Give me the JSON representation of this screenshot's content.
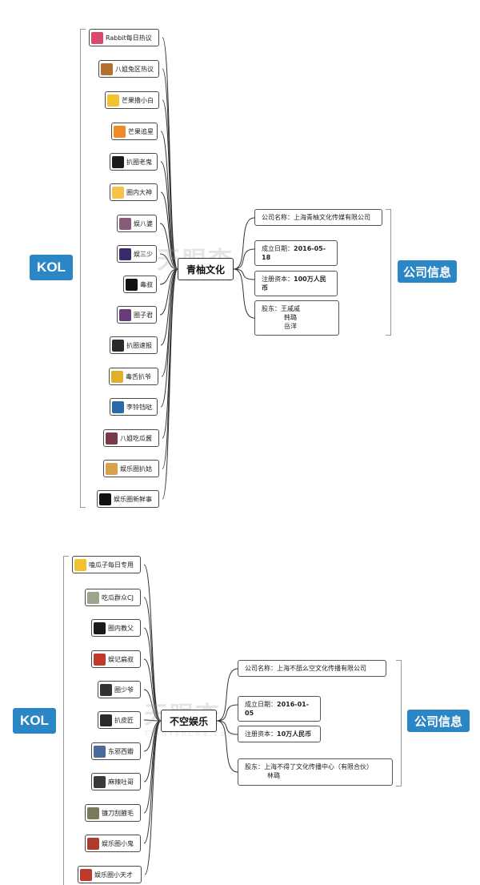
{
  "diagram1": {
    "center": "青柚文化",
    "kol_label": "KOL",
    "info_label": "公司信息",
    "kols": [
      {
        "name": "Rabbit每日热议",
        "icon": "rabbit-avatar-icon",
        "color": "#d94a6a"
      },
      {
        "name": "八姐兔区热议",
        "icon": "eight-sister-avatar-icon",
        "color": "#b5712c"
      },
      {
        "name": "芒果撸小白",
        "icon": "mango-avatar-icon",
        "color": "#f2c12e"
      },
      {
        "name": "芒果追星",
        "icon": "mango-star-avatar-icon",
        "color": "#f08a24"
      },
      {
        "name": "扒圈老鬼",
        "icon": "ghost-avatar-icon",
        "color": "#1b1b1b"
      },
      {
        "name": "圈内大神",
        "icon": "god-avatar-icon",
        "color": "#f5c34a"
      },
      {
        "name": "娱八婆",
        "icon": "woman-avatar-icon",
        "color": "#8a5a7a"
      },
      {
        "name": "娱三少",
        "icon": "galaxy-avatar-icon",
        "color": "#3a2a6a"
      },
      {
        "name": "毒叔",
        "icon": "uncle-avatar-icon",
        "color": "#111111"
      },
      {
        "name": "圈子君",
        "icon": "circle-avatar-icon",
        "color": "#6a3a7a"
      },
      {
        "name": "扒圈速报",
        "icon": "news-avatar-icon",
        "color": "#2a2a2a"
      },
      {
        "name": "毒舌扒爷",
        "icon": "mask-avatar-icon",
        "color": "#e0b02a"
      },
      {
        "name": "李铃铛哒",
        "icon": "bell-avatar-icon",
        "color": "#2a6aa5"
      },
      {
        "name": "八姐吃瓜酱",
        "icon": "melon-avatar-icon",
        "color": "#7a3a4a"
      },
      {
        "name": "娱乐圈扒姑",
        "icon": "girl-avatar-icon",
        "color": "#d9a24a"
      },
      {
        "name": "娱乐圈新鲜事",
        "icon": "panda-avatar-icon",
        "color": "#111111"
      }
    ],
    "info": {
      "name_label": "公司名称：",
      "name_value": "上海青柚文化传媒有限公司",
      "date_label": "成立日期：",
      "date_value": "2016-05-18",
      "capital_label": "注册资本：",
      "capital_value": "100万人民币",
      "holders_label": "股东：",
      "holders": [
        "王戚戚",
        "韩璐",
        "岳洋"
      ]
    }
  },
  "diagram2": {
    "center": "不空娱乐",
    "kol_label": "KOL",
    "info_label": "公司信息",
    "kols": [
      {
        "name": "嗑瓜子每日专用",
        "icon": "melon-seed-avatar-icon",
        "color": "#f2c12e"
      },
      {
        "name": "吃瓜群众CJ",
        "icon": "cartoon-avatar-icon",
        "color": "#9aa58a"
      },
      {
        "name": "圈内教父",
        "icon": "godfather-avatar-icon",
        "color": "#1b1b1b"
      },
      {
        "name": "娱记扁叔",
        "icon": "reporter-avatar-icon",
        "color": "#c0392b"
      },
      {
        "name": "圈少爷",
        "icon": "young-master-avatar-icon",
        "color": "#333333"
      },
      {
        "name": "扒皮匠",
        "icon": "craftsman-avatar-icon",
        "color": "#2a2a2a"
      },
      {
        "name": "东邪西瓣",
        "icon": "east-west-avatar-icon",
        "color": "#4a6a9a"
      },
      {
        "name": "麻辣吐哥",
        "icon": "spicy-avatar-icon",
        "color": "#3a3a3a"
      },
      {
        "name": "镰刀刮腋毛",
        "icon": "sickle-avatar-icon",
        "color": "#7a7a5a"
      },
      {
        "name": "娱乐圈小鬼",
        "icon": "little-ghost-avatar-icon",
        "color": "#b03a2e"
      },
      {
        "name": "娱乐圈小天才",
        "icon": "genius-avatar-icon",
        "color": "#c0392b"
      }
    ],
    "info": {
      "name_label": "公司名称：",
      "name_value": "上海不舐么空文化传播有限公司",
      "date_label": "成立日期：",
      "date_value": "2016-01-05",
      "capital_label": "注册资本：",
      "capital_value": "10万人民币",
      "holders_label": "股东：",
      "holders": [
        "上海不得了文化传播中心（有限合伙）",
        "林璐"
      ]
    }
  },
  "watermark": {
    "main": "天眼查",
    "sub": "TianYanCha.com"
  }
}
